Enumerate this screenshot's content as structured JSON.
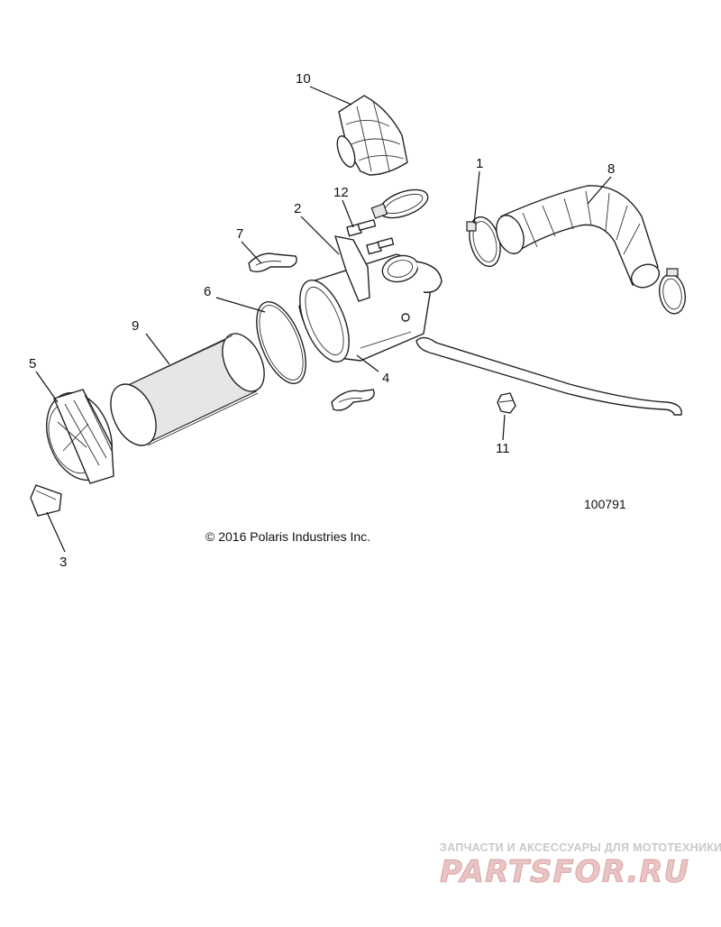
{
  "callouts": [
    "1",
    "2",
    "3",
    "4",
    "5",
    "6",
    "7",
    "8",
    "9",
    "10",
    "11",
    "12"
  ],
  "diagram_number": "100791",
  "copyright": "© 2016 Polaris Industries Inc.",
  "watermark": {
    "subtitle": "ЗАПЧАСТИ И АКСЕССУАРЫ ДЛЯ МОТОТЕХНИКИ",
    "brand": "PARTSFOR.RU"
  }
}
